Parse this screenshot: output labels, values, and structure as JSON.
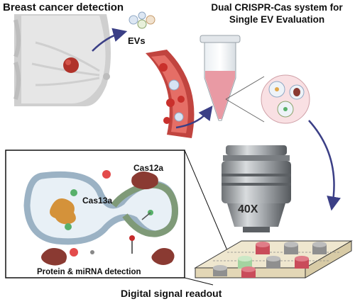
{
  "title_left": "Breast cancer detection",
  "title_right_line1": "Dual CRISPR-Cas system for",
  "title_right_line2": "Single EV Evaluation",
  "evs_label": "EVs",
  "cas12a_label": "Cas12a",
  "cas13a_label": "Cas13a",
  "detection_label": "Protein & miRNA detection",
  "readout_label": "Digital signal readout",
  "objective_magnification": "40X",
  "colors": {
    "breast_gray": "#d7d7d7",
    "tumor_red": "#b0322a",
    "vessel": "#c1443f",
    "ev_membrane": "#9bb2c4",
    "ev_membrane_green": "#7f9a78",
    "cas12a": "#8a3a32",
    "cas13a": "#d4923a",
    "arrow": "#3b3f86",
    "chip": "#efe7cf"
  }
}
